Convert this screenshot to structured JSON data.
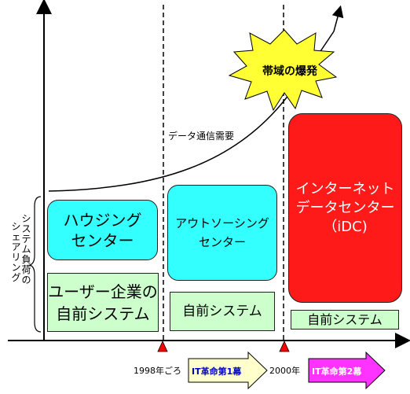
{
  "demand_label": "データ通信需要",
  "explosion_label": "帯域の爆発",
  "side_label": {
    "col1": "シェアリング",
    "col2": "システム負荷の"
  },
  "boxes": {
    "housing": "ハウジング\nセンター",
    "outsourcing": "アウトソーシング\nセンター",
    "idc": "インターネット\nデータセンター\n（iDC)",
    "user_system": "ユーザー企業の\n自前システム",
    "own_system_mid": "自前システム",
    "own_system_right": "自前システム"
  },
  "timeline": {
    "year1": "1998年ごろ",
    "year2": "2000年",
    "wave1": "IT革命第1幕",
    "wave2": "IT革命第2幕"
  },
  "colors": {
    "center_box": "#33ffff",
    "own_system_box": "#ccffcc",
    "idc_box": "#ff1a1a",
    "explosion": "#ffff33",
    "marker": "#ff0000",
    "wave1_arrow": "#ffffcc",
    "wave2_arrow": "#ff33ff"
  }
}
